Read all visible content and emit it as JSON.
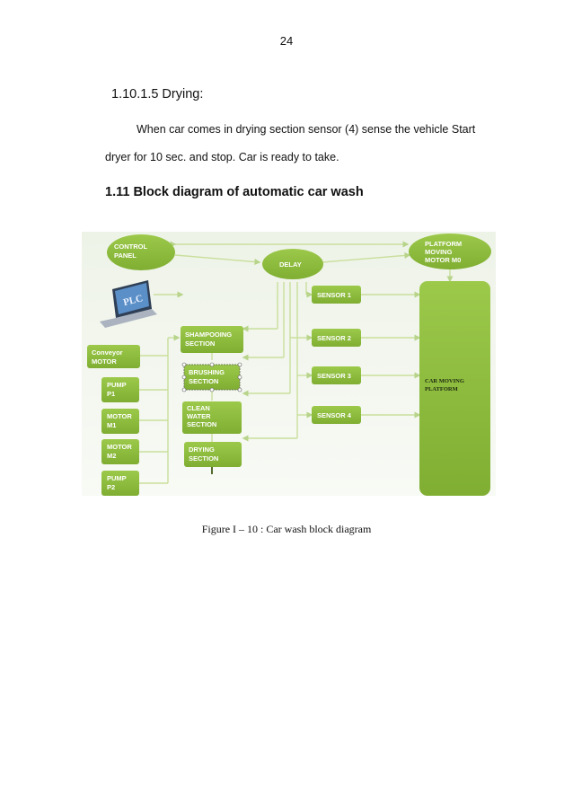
{
  "page": {
    "number": "24",
    "section_heading": "1.10.1.5 Drying:",
    "paragraph_line_1": "When car comes in drying section sensor (4) sense the vehicle Start",
    "paragraph_line_2": "dryer for 10 sec. and stop. Car is ready to take.",
    "subsection_heading": "1.11 Block diagram of automatic car wash",
    "figure_caption": "Figure I – 10 : Car wash block diagram"
  },
  "diagram": {
    "control_panel": [
      "CONTROL",
      "PANEL"
    ],
    "laptop_screen_text": "PLC",
    "delay": "DELAY",
    "platform_motor": [
      "PLATFORM",
      "MOVING",
      "MOTOR M0"
    ],
    "car_moving_platform": [
      "CAR MOVING",
      "PLATFORM"
    ],
    "sensors": [
      "SENSOR 1",
      "SENSOR 2",
      "SENSOR 3",
      "SENSOR 4"
    ],
    "shampooing": [
      "SHAMPOOING",
      "SECTION"
    ],
    "brushing": [
      "BRUSHING",
      "SECTION"
    ],
    "clean_water": [
      "CLEAN",
      "WATER",
      "SECTION"
    ],
    "drying": [
      "DRYING",
      "SECTION"
    ],
    "conveyor_motor": [
      "Conveyor",
      "MOTOR"
    ],
    "pump_p1": [
      "PUMP",
      "P1"
    ],
    "motor_m1": [
      "MOTOR",
      "M1"
    ],
    "motor_m2": [
      "MOTOR",
      "M2"
    ],
    "pump_p2": [
      "PUMP",
      "P2"
    ]
  },
  "colors": {
    "box_green": "#8bb83a",
    "connector": "#c9df9c"
  }
}
